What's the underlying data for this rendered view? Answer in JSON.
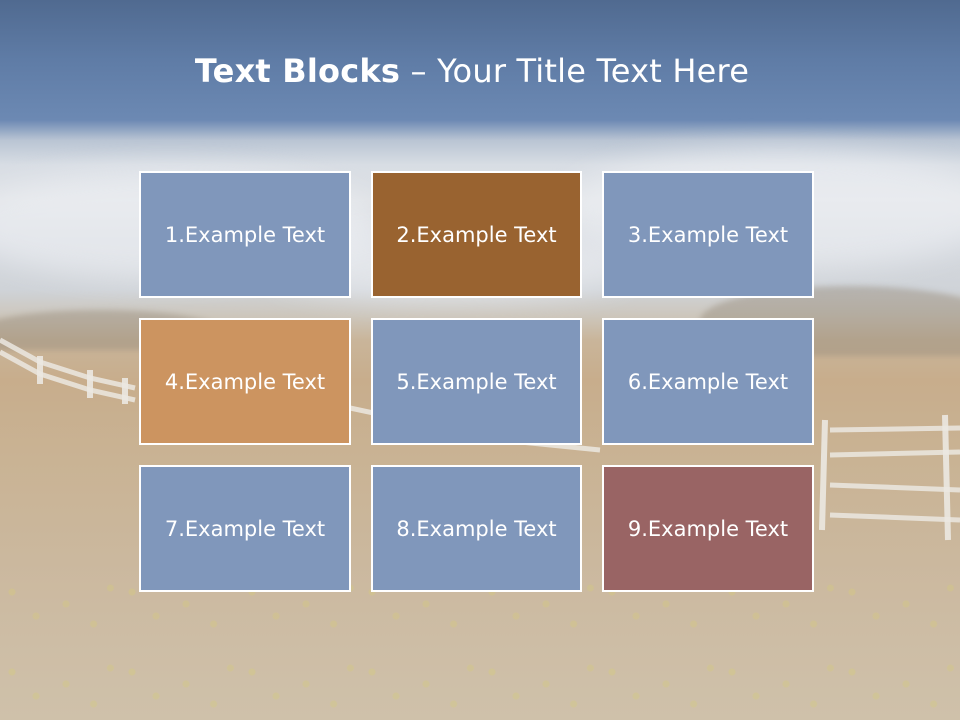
{
  "slide": {
    "title_bold": "Text Blocks",
    "title_separator": " – ",
    "title_rest": "Your Title Text Here"
  },
  "blocks": [
    {
      "label": "1.Example Text",
      "color": "#8097bb"
    },
    {
      "label": "2.Example Text",
      "color": "#996330"
    },
    {
      "label": "3.Example Text",
      "color": "#8097bb"
    },
    {
      "label": "4.Example Text",
      "color": "#cc9460"
    },
    {
      "label": "5.Example Text",
      "color": "#8097bb"
    },
    {
      "label": "6.Example Text",
      "color": "#8097bb"
    },
    {
      "label": "7.Example Text",
      "color": "#8097bb"
    },
    {
      "label": "8.Example Text",
      "color": "#8097bb"
    },
    {
      "label": "9.Example Text",
      "color": "#996464"
    }
  ],
  "theme": {
    "title_color": "#ffffff",
    "block_border": "#ffffff",
    "block_text": "#ffffff"
  }
}
